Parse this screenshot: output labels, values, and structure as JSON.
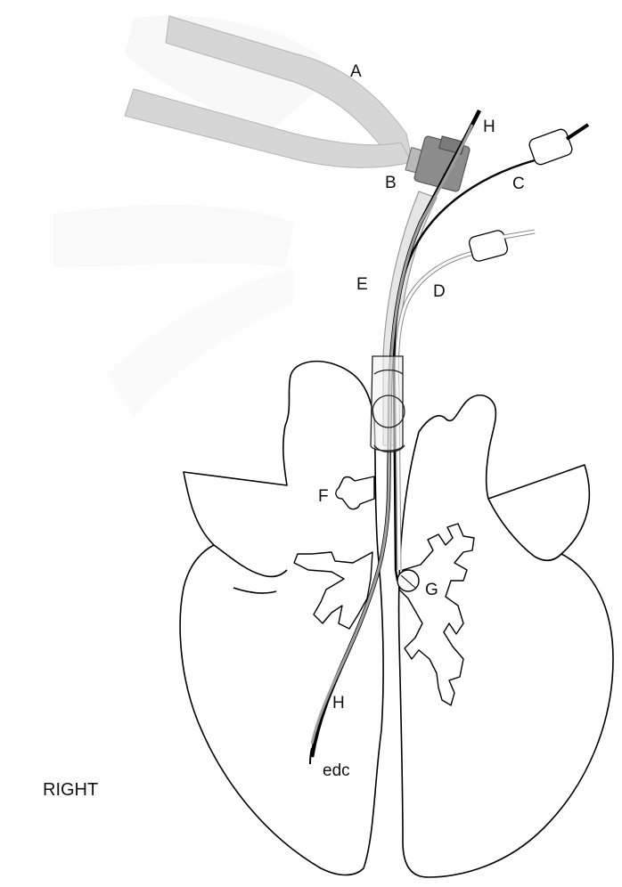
{
  "labels": {
    "a": "A",
    "b": "B",
    "c": "C",
    "d": "D",
    "e": "E",
    "f": "F",
    "g": "G",
    "h_top": "H",
    "h_bottom": "H",
    "edc": "edc",
    "side": "RIGHT"
  },
  "colors": {
    "tube_gray": "#d6d6d6",
    "connector": "#8c8c8c",
    "outline": "#000000",
    "catheter_black": "#000000",
    "catheter_gray": "#999999"
  }
}
